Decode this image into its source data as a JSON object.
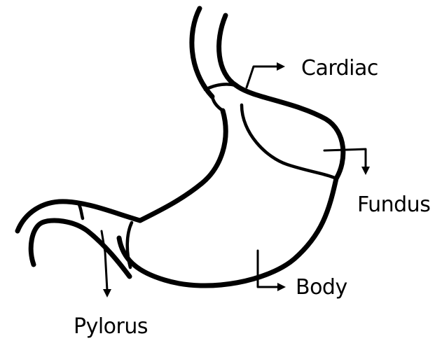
{
  "labels": {
    "cardiac": "Cardiac",
    "fundus": "Fundus",
    "body": "Body",
    "pylorus": "Pylorus"
  },
  "colors": {
    "line": "#000000",
    "background": "#ffffff"
  }
}
